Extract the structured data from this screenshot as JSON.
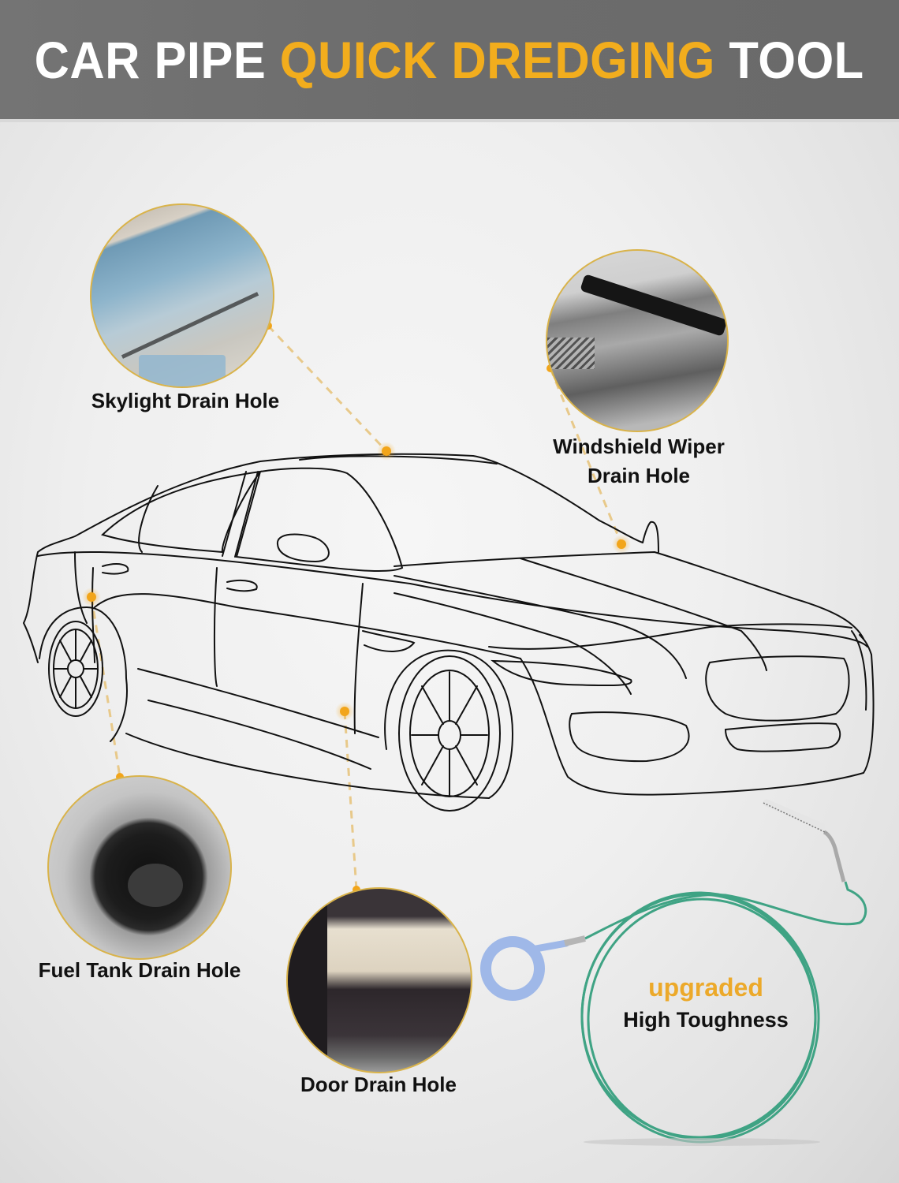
{
  "header": {
    "title_part1": "CAR PIPE ",
    "title_accent": "QUICK DREDGING",
    "title_part2": " TOOL",
    "background": "#6e6e6e",
    "text_color": "#ffffff",
    "accent_color": "#f2ad1d"
  },
  "callouts": [
    {
      "id": "skylight",
      "label": "Skylight Drain Hole",
      "image": "car-sunroof-photo"
    },
    {
      "id": "windshield",
      "label_line1": "Windshield Wiper",
      "label_line2": "Drain Hole",
      "image": "windshield-wiper-photo"
    },
    {
      "id": "fuel",
      "label": "Fuel Tank Drain Hole",
      "image": "fuel-tank-cap-photo"
    },
    {
      "id": "door",
      "label": "Door Drain Hole",
      "image": "car-door-panel-photo"
    }
  ],
  "product": {
    "highlight": "upgraded",
    "feature": "High Toughness",
    "highlight_color": "#eca92a",
    "cable_color": "#3fa384",
    "handle_color": "#9fb8e8"
  },
  "colors": {
    "marker": "#f2a51a",
    "leader_line": "#e8c98a",
    "circle_border": "#d9b34a",
    "car_outline": "#111111"
  }
}
